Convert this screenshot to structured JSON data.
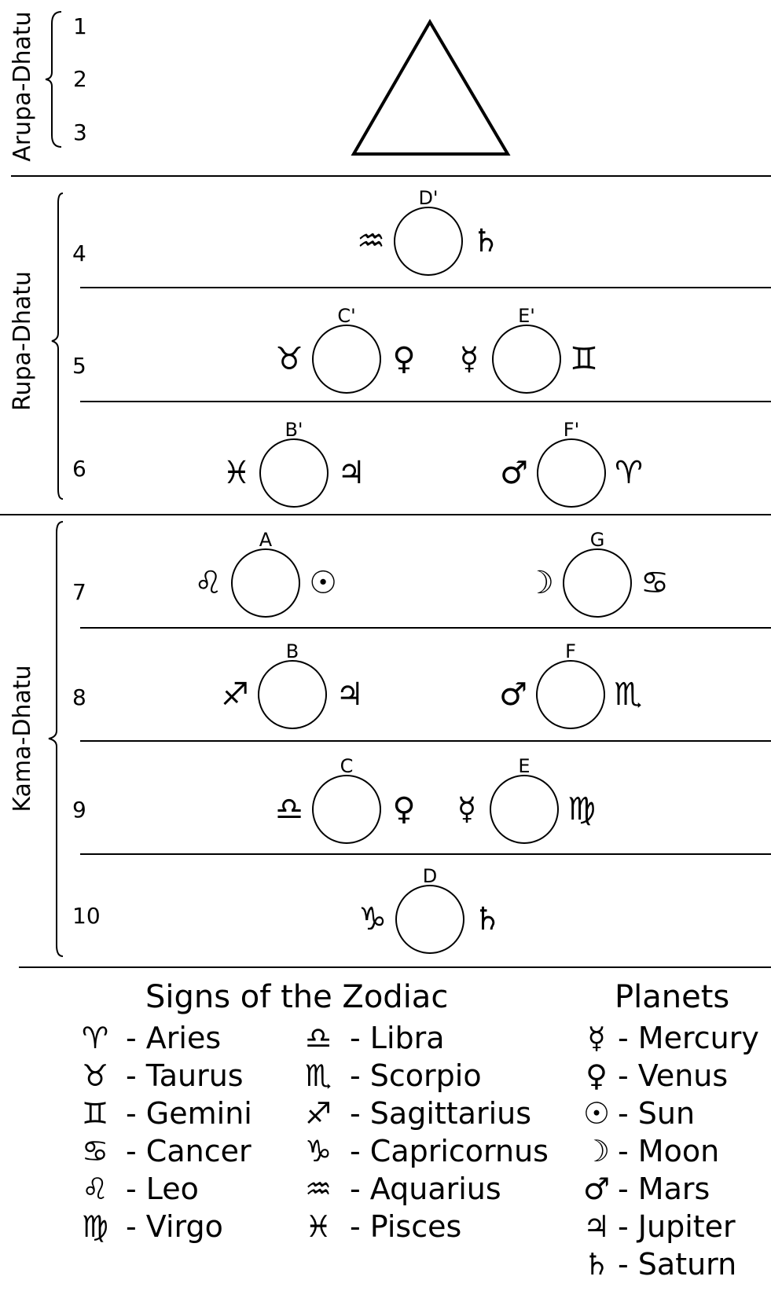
{
  "sections": {
    "arupa": "Arupa-Dhatu",
    "rupa": "Rupa-Dhatu",
    "kama": "Kama-Dhatu"
  },
  "levels": [
    "1",
    "2",
    "3",
    "4",
    "5",
    "6",
    "7",
    "8",
    "9",
    "10"
  ],
  "globes": [
    {
      "id": "d_prime",
      "label": "D'",
      "left_symbol": "♒",
      "right_symbol": "♄"
    },
    {
      "id": "c_prime",
      "label": "C'",
      "left_symbol": "♉",
      "right_symbol": "♀"
    },
    {
      "id": "e_prime",
      "label": "E'",
      "left_symbol": "☿",
      "right_symbol": "♊"
    },
    {
      "id": "b_prime",
      "label": "B'",
      "left_symbol": "♓",
      "right_symbol": "♃"
    },
    {
      "id": "f_prime",
      "label": "F'",
      "left_symbol": "♂",
      "right_symbol": "♈"
    },
    {
      "id": "a",
      "label": "A",
      "left_symbol": "♌",
      "right_symbol": "☉"
    },
    {
      "id": "g",
      "label": "G",
      "left_symbol": "☽",
      "right_symbol": "♋"
    },
    {
      "id": "b",
      "label": "B",
      "left_symbol": "♐",
      "right_symbol": "♃"
    },
    {
      "id": "f",
      "label": "F",
      "left_symbol": "♂",
      "right_symbol": "♏"
    },
    {
      "id": "c",
      "label": "C",
      "left_symbol": "♎",
      "right_symbol": "♀"
    },
    {
      "id": "e",
      "label": "E",
      "left_symbol": "☿",
      "right_symbol": "♍"
    },
    {
      "id": "d",
      "label": "D",
      "left_symbol": "♑",
      "right_symbol": "♄"
    }
  ],
  "legend": {
    "signs_title": "Signs of the Zodiac",
    "planets_title": "Planets",
    "signs_col1": [
      {
        "symbol": "♈",
        "name": "- Aries"
      },
      {
        "symbol": "♉",
        "name": "- Taurus"
      },
      {
        "symbol": "♊",
        "name": "- Gemini"
      },
      {
        "symbol": "♋",
        "name": "- Cancer"
      },
      {
        "symbol": "♌",
        "name": "- Leo"
      },
      {
        "symbol": "♍",
        "name": "- Virgo"
      }
    ],
    "signs_col2": [
      {
        "symbol": "♎",
        "name": "- Libra"
      },
      {
        "symbol": "♏",
        "name": "- Scorpio"
      },
      {
        "symbol": "♐",
        "name": "- Sagittarius"
      },
      {
        "symbol": "♑",
        "name": "- Capricornus"
      },
      {
        "symbol": "♒",
        "name": "- Aquarius"
      },
      {
        "symbol": "♓",
        "name": "- Pisces"
      }
    ],
    "planets": [
      {
        "symbol": "☿",
        "name": "- Mercury"
      },
      {
        "symbol": "♀",
        "name": "- Venus"
      },
      {
        "symbol": "☉",
        "name": "- Sun"
      },
      {
        "symbol": "☽",
        "name": "- Moon"
      },
      {
        "symbol": "♂",
        "name": "- Mars"
      },
      {
        "symbol": "♃",
        "name": "- Jupiter"
      },
      {
        "symbol": "♄",
        "name": "- Saturn"
      }
    ]
  }
}
